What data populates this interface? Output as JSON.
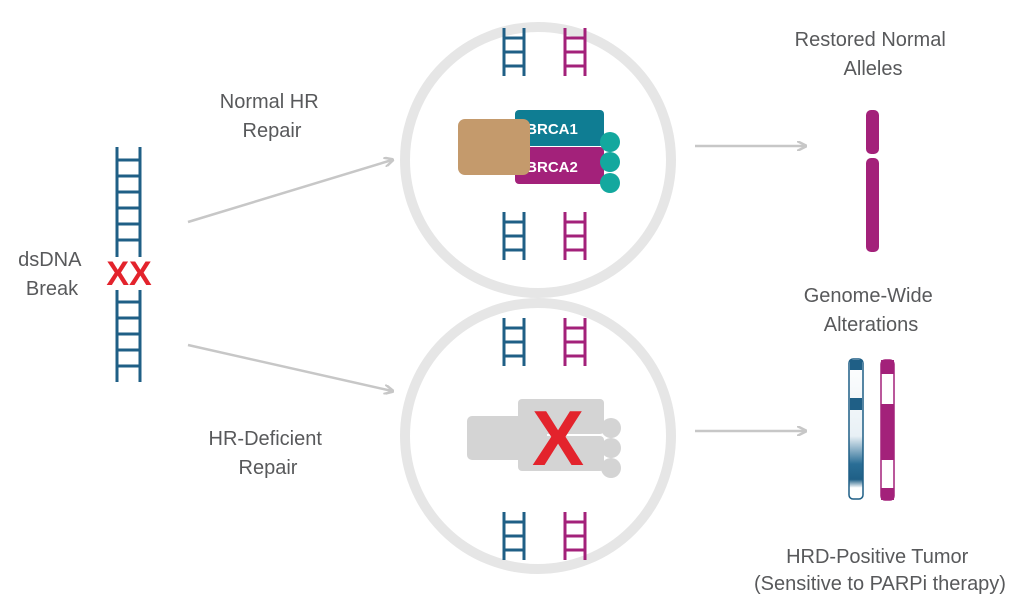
{
  "labels": {
    "dsdna_break": [
      "dsDNA",
      "Break"
    ],
    "normal_hr_repair": [
      "Normal HR",
      "Repair"
    ],
    "hr_deficient_repair": [
      "HR-Deficient",
      "Repair"
    ],
    "restored_normal_alleles": [
      "Restored Normal",
      "Alleles"
    ],
    "genome_wide_alterations": [
      "Genome-Wide",
      "Alterations"
    ],
    "hrd_positive_tumor": [
      "HRD-Positive Tumor",
      "(Sensitive to PARPi therapy)"
    ]
  },
  "proteins": {
    "brca1": "BRCA1",
    "brca2": "BRCA2"
  },
  "break_marks": "XX",
  "deficient_mark": "X",
  "colors": {
    "blue_strand": "#1f5f86",
    "magenta_strand": "#a3217a",
    "brca1": "#0f7d93",
    "brca2": "#a3217a",
    "teal_dots": "#13a89e",
    "tan_protein": "#c49a6c",
    "break_red": "#e3232c",
    "arrow_gray": "#c7c7c7",
    "circle_ring": "#e6e6e6",
    "inactive_gray": "#d4d4d4",
    "text_gray": "#58595b"
  }
}
